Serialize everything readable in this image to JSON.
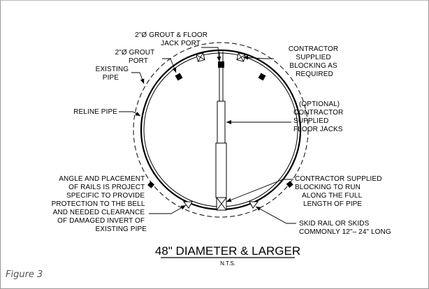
{
  "labels": {
    "grout_floor_port": [
      "2\"Ø GROUT & FLOOR",
      "JACK PORT"
    ],
    "grout_port": [
      "2\"Ø GROUT",
      "PORT"
    ],
    "existing_pipe": [
      "EXISTING",
      "PIPE"
    ],
    "reline_pipe": [
      "RELINE PIPE"
    ],
    "blocking": [
      "CONTRACTOR",
      "SUPPLIED",
      "BLOCKING AS",
      "REQUIRED"
    ],
    "floor_jacks": [
      "(OPTIONAL)",
      "CONTRACTOR",
      "SUPPLIED",
      "FLOOR JACKS"
    ],
    "blocking_run": [
      "CONTRACTOR SUPPLIED",
      "BLOCKING TO RUN",
      "ALONG THE FULL",
      "LENGTH OF PIPE"
    ],
    "rails_note": [
      "ANGLE AND PLACEMENT",
      "OF RAILS IS PROJECT",
      "SPECIFIC TO PROVIDE",
      "PROTECTION TO THE BELL",
      "AND NEEDED CLEARANCE",
      "OF DAMAGED INVERT OF",
      "EXISTING PIPE"
    ],
    "skid_rail": [
      "SKID RAIL OR SKIDS",
      "COMMONLY 12\"– 24\" LONG"
    ]
  },
  "title": "48\" DIAMETER & LARGER",
  "subtitle": "N.T.S.",
  "caption": "Figure 3"
}
